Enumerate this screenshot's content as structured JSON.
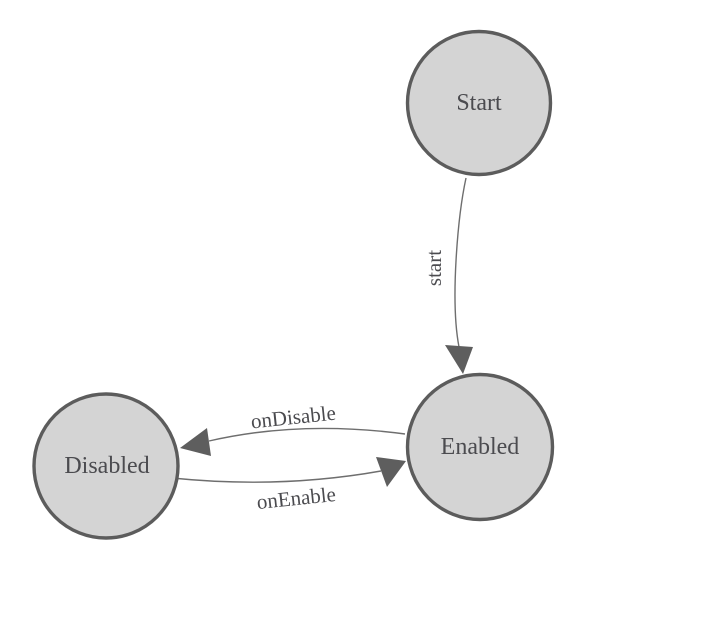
{
  "diagram": {
    "type": "state-machine",
    "nodes": [
      {
        "id": "start",
        "label": "Start"
      },
      {
        "id": "enabled",
        "label": "Enabled"
      },
      {
        "id": "disabled",
        "label": "Disabled"
      }
    ],
    "edges": [
      {
        "from": "Start",
        "to": "Enabled",
        "label": "start"
      },
      {
        "from": "Enabled",
        "to": "Disabled",
        "label": "onDisable"
      },
      {
        "from": "Disabled",
        "to": "Enabled",
        "label": "onEnable"
      }
    ],
    "colors": {
      "node_fill": "#d4d4d4",
      "node_border": "#5c5c5c",
      "edge_line": "#6e6e6e",
      "arrow_fill": "#5e5e5e",
      "text": "#4b4b4f",
      "background": "#ffffff"
    }
  }
}
